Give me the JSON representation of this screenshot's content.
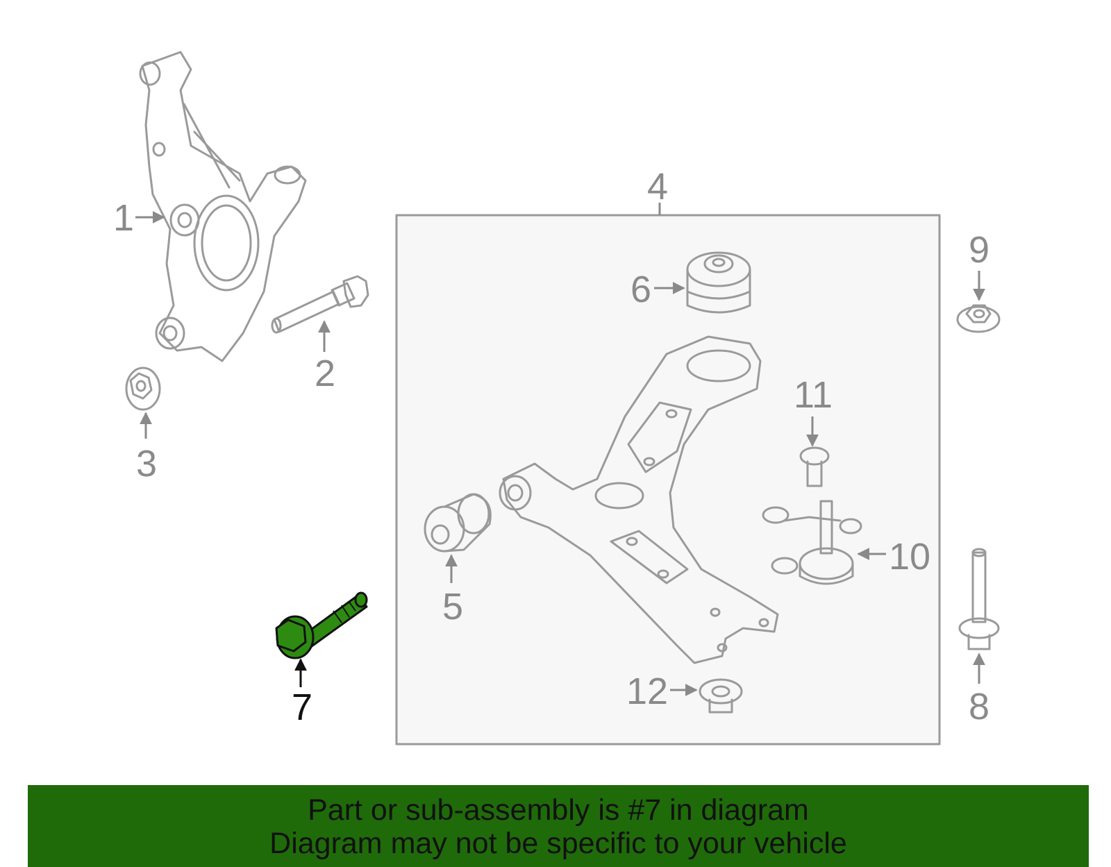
{
  "callouts": {
    "c1": "1",
    "c2": "2",
    "c3": "3",
    "c4": "4",
    "c5": "5",
    "c6": "6",
    "c7": "7",
    "c8": "8",
    "c9": "9",
    "c10": "10",
    "c11": "11",
    "c12": "12"
  },
  "highlight_color": "#2e8b12",
  "banner": {
    "background": "#1f6b0a",
    "line1": "Part or sub-assembly is #7 in diagram",
    "line2": "Diagram may not be specific to your vehicle"
  }
}
